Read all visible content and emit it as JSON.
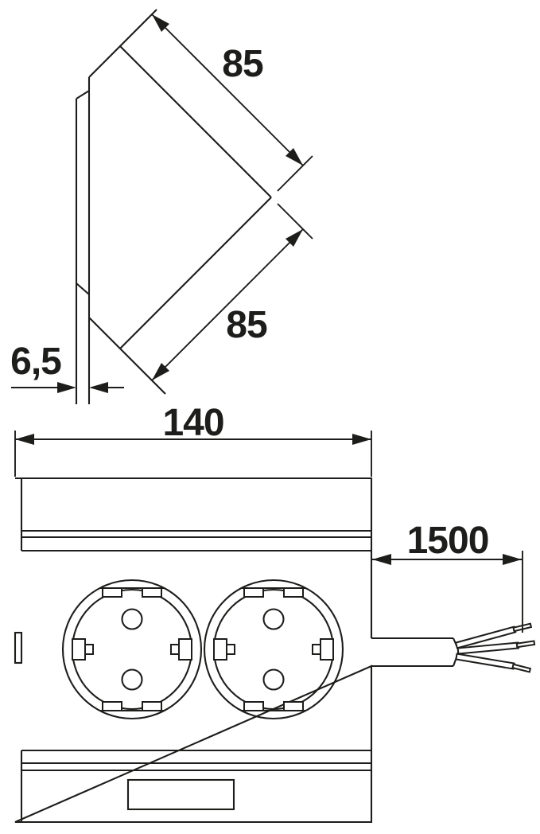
{
  "drawing": {
    "background": "#ffffff",
    "ink": "#1d1d1b",
    "side_view": {
      "dim_face_top": "85",
      "dim_face_bottom": "85",
      "dim_plate_thickness": "6,5"
    },
    "front_view": {
      "dim_width": "140",
      "dim_cable_length": "1500"
    }
  }
}
